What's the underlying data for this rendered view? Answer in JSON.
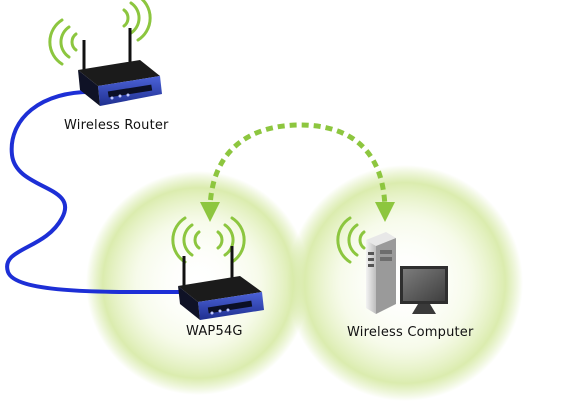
{
  "labels": {
    "router": "Wireless Router",
    "access_point": "WAP54G",
    "computer": "Wireless Computer"
  },
  "colors": {
    "coverage_glow": "#cfe69a",
    "signal_wave": "#8cc63f",
    "link_arrow": "#8dc63f",
    "cable": "#1d2fd6",
    "device_body": "#2b3a9b",
    "device_dark": "#111827",
    "computer_case": "#d4d4d4"
  },
  "icons": [
    "router-icon",
    "access-point-icon",
    "desktop-computer-icon",
    "monitor-icon",
    "wireless-signal-icon",
    "bidirectional-arrow-icon",
    "ethernet-cable-icon"
  ]
}
